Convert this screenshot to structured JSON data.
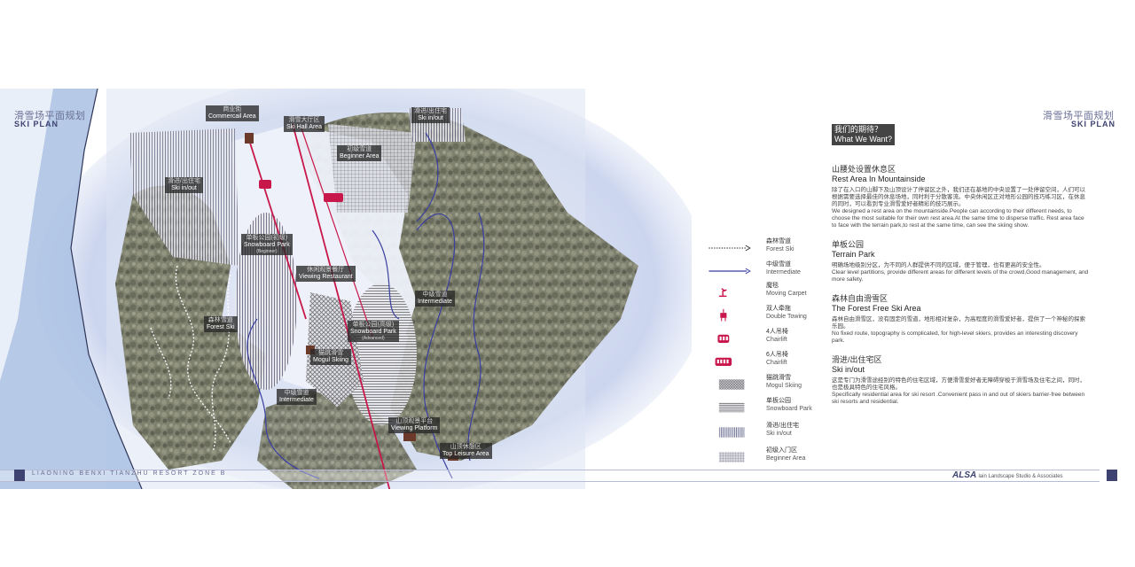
{
  "header": {
    "title_cn": "滑雪场平面规划",
    "title_en": "SKI PLAN"
  },
  "map_labels": {
    "commercial": {
      "cn": "商业街",
      "en": "Commercail Area"
    },
    "ski_hall": {
      "cn": "滑雪大厅区",
      "en": "Ski Hall Area"
    },
    "ski_inout_top": {
      "cn": "滑进/出住宅",
      "en": "Ski in/out"
    },
    "beginner": {
      "cn": "初级雪道",
      "en": "Beginner Area"
    },
    "ski_inout_left": {
      "cn": "滑进/出住宅",
      "en": "Ski in/out"
    },
    "snowboard_beginner": {
      "cn": "单板公园(初级)",
      "en": "Snowboard Park",
      "sub": "(Beginner)"
    },
    "viewing_restaurant": {
      "cn": "休闲观景餐厅",
      "en": "Viewing Restaurant"
    },
    "intermediate_right": {
      "cn": "中级雪道",
      "en": "Intermediate"
    },
    "forest_ski": {
      "cn": "森林雪道",
      "en": "Forest Ski"
    },
    "snowboard_advanced": {
      "cn": "单板公园(高级)",
      "en": "Snowboard Park",
      "sub": "(Advanced)"
    },
    "mogul": {
      "cn": "猫跳滑雪",
      "en": "Mogul Skiing"
    },
    "intermediate_bottom": {
      "cn": "中级雪道",
      "en": "Intermediate"
    },
    "viewing_platform": {
      "cn": "山顶观景平台",
      "en": "Viewing Platform"
    },
    "top_leisure": {
      "cn": "山顶休憩区",
      "en": "Top Leisure Area"
    }
  },
  "legend": [
    {
      "cn": "森林雪道",
      "en": "Forest Ski",
      "glyph": "dotted-arrow"
    },
    {
      "cn": "中级雪道",
      "en": "Intermediate",
      "glyph": "blue-arrow"
    },
    {
      "cn": "魔毯",
      "en": "Moving Carpet",
      "glyph": "moving-carpet-icon"
    },
    {
      "cn": "双人牵拖",
      "en": "Double Towing",
      "glyph": "double-towing-icon"
    },
    {
      "cn": "4人吊椅",
      "en": "Chairlift",
      "glyph": "chairlift-4-icon"
    },
    {
      "cn": "6人吊椅",
      "en": "Chairlift",
      "glyph": "chairlift-6-icon"
    },
    {
      "cn": "猫跳滑雪",
      "en": "Mogul Skiing",
      "glyph": "mogul-pattern"
    },
    {
      "cn": "单板公园",
      "en": "Snowboard Park",
      "glyph": "snowboard-pattern"
    },
    {
      "cn": "滑进/出住宅",
      "en": "Ski in/out",
      "glyph": "ski-inout-pattern"
    },
    {
      "cn": "初级入门区",
      "en": "Beginner Area",
      "glyph": "beginner-pattern"
    }
  ],
  "right_panel": {
    "question_cn": "我们的期待？",
    "question_en": "What We Want?",
    "sections": [
      {
        "title_cn": "山腰处设置休息区",
        "title_en": "Rest Area In Mountainside",
        "body_cn": "除了在入口的山脚下及山顶设计了停留区之外，我们还在基地的中央设置了一处停留空间，人们可以根据需要选择最佳的休息场地，同时利于分散客流。中央休闲区正对地形公园的技巧练习区，在休息的同时，可以看到专业滑雪爱好者精彩的技巧展示。",
        "body_en": "We designed a rest area on the mountainside.People can according to their different needs, to choose the most suitable for their own rest area.At the same time to disperse traffic. Rest area face to face with the terrain park,to rest at the same time, can see the skiing show."
      },
      {
        "title_cn": "单板公园",
        "title_en": "Terrain Park",
        "body_cn": "明确场地级别分区，为不同的人群提供不同的区域，便于管理，也有更高的安全性。",
        "body_en": "Clear level partitions, provide different areas for different levels of the crowd,Good management, and more safety."
      },
      {
        "title_cn": "森林自由滑雪区",
        "title_en": "The Forest Free Ski Area",
        "body_cn": "森林自由滑雪区，没有固定的雪道，地形相对复杂，为高程度的滑雪爱好者，提供了一个神秘的探索乐园。",
        "body_en": "No fixed route, topography is complicated, for high-level skiers, provides an interesting discovery park."
      },
      {
        "title_cn": "滑进/出住宅区",
        "title_en": "Ski in/out",
        "body_cn": "这是专门为滑雪途经别的特色的住宅区域，方便滑雪爱好者无障碍穿梭于滑雪场及住宅之间，同时，也是极具特色的住宅风格。",
        "body_en": "Specifically residential area for ski resort .Convenient pass in and out of skiers barrier-free between ski resorts and residential."
      }
    ]
  },
  "footer": {
    "project": "LIAONING BENXI TIANZHU RESORT ZONE B",
    "brand": "ALSA",
    "studio": "lain Landscape Studio & Associates"
  },
  "colors": {
    "accent": "#3d4270",
    "lift_red": "#c8174a",
    "snow": "#e9edf8",
    "river": "#a9bfe3",
    "forest": "#6f725e"
  }
}
